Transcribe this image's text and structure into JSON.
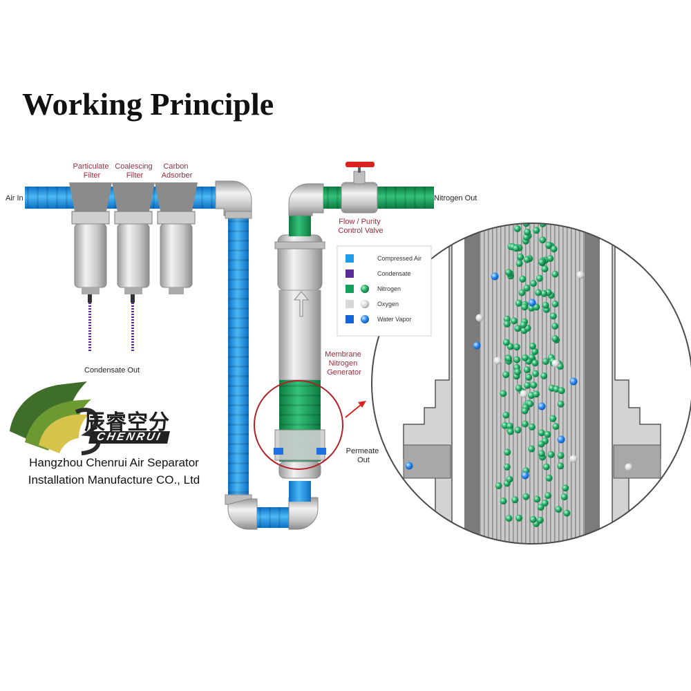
{
  "title": "Working Principle",
  "labels": {
    "air_in": "Air In",
    "particulate_filter": [
      "Particulate",
      "Filter"
    ],
    "coalescing_filter": [
      "Coalescing",
      "Filter"
    ],
    "carbon_adsorber": [
      "Carbon",
      "Adsorber"
    ],
    "condensate_out": "Condensate Out",
    "nitrogen_out": "Nitrogen Out",
    "flow_valve": [
      "Flow / Purity",
      "Control Valve"
    ],
    "membrane": [
      "Membrane",
      "Nitrogen",
      "Generator"
    ],
    "permeate_out": [
      "Permeate",
      "Out"
    ]
  },
  "legend": [
    {
      "label": "Compressed Air",
      "color": "#1e9be9",
      "has_ball": false
    },
    {
      "label": "Condensate",
      "color": "#5b2a99",
      "has_ball": false
    },
    {
      "label": "Nitrogen",
      "color": "#14a05a",
      "has_ball": true
    },
    {
      "label": "Oxygen",
      "color": "#d8d8d8",
      "has_ball": true
    },
    {
      "label": "Water Vapor",
      "color": "#1565d8",
      "has_ball": true
    }
  ],
  "company": {
    "logo_cn": "辰睿空分",
    "logo_en": "CHENRUI",
    "name_line1": "Hangzhou Chenrui Air Separator",
    "name_line2": "Installation Manufacture CO., Ltd"
  },
  "colors": {
    "air": "#1e9be9",
    "nitrogen": "#14a05a",
    "condensate": "#5b2a99",
    "callout_arrow": "#d8231f",
    "valve_handle": "#d8231f",
    "label_red": "#9a2a3a"
  }
}
